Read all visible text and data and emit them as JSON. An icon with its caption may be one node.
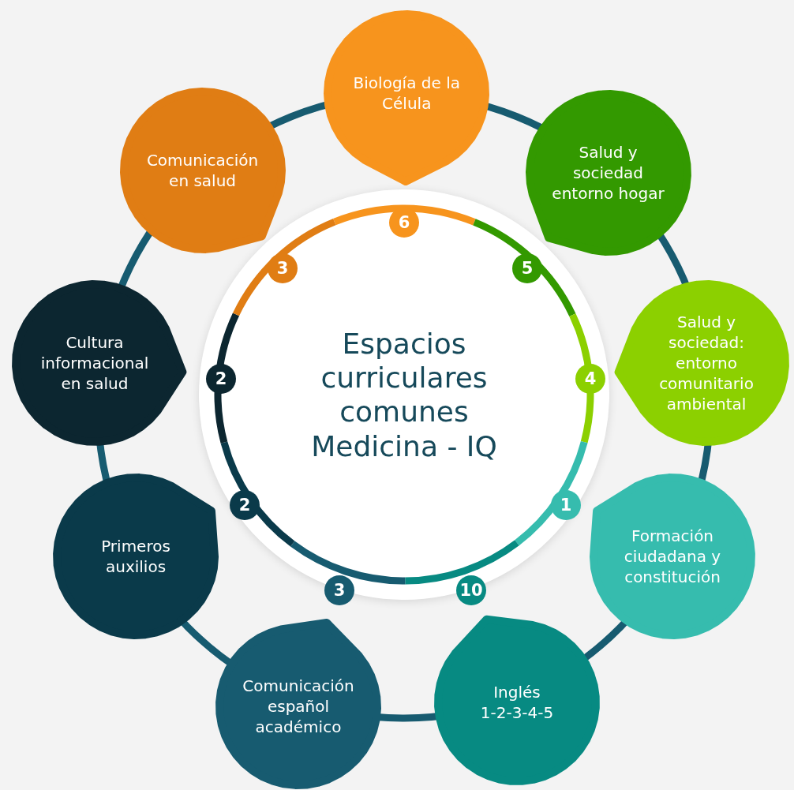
{
  "diagram": {
    "nodes": [
      {
        "text": [
          "Espacios curriculares comunes Medicina - IQ"
        ]
      },
      {
        "text": [
          "Biología de la Célula"
        ]
      },
      {
        "text": [
          "Salud y sociedad entorno hogar"
        ]
      },
      {
        "text": [
          "Salud y sociedad: entorno comunitario ambiental"
        ]
      },
      {
        "text": [
          "Formación ciudadana y constitución"
        ]
      },
      {
        "text": [
          "Inglés 1-2-3-4-5"
        ]
      },
      {
        "text": [
          "Comunicación español académico"
        ]
      },
      {
        "text": [
          "Primeros auxilios"
        ]
      },
      {
        "text": [
          "Cultura informacional en salud"
        ]
      },
      {
        "text": [
          "Comunicación en salud"
        ]
      },
      {
        "text": [
          "6"
        ],
        "in": 0
      },
      {
        "text": [
          "5"
        ],
        "in": 0
      },
      {
        "text": [
          "4"
        ],
        "in": 0
      },
      {
        "text": [
          "1"
        ],
        "in": 0
      },
      {
        "text": [
          "10"
        ],
        "in": 0
      },
      {
        "text": [
          "3"
        ],
        "in": 0
      },
      {
        "text": [
          "2"
        ],
        "in": 0
      },
      {
        "text": [
          "2"
        ],
        "in": 0
      },
      {
        "text": [
          "3"
        ],
        "in": 0
      }
    ],
    "edges": []
  }
}
